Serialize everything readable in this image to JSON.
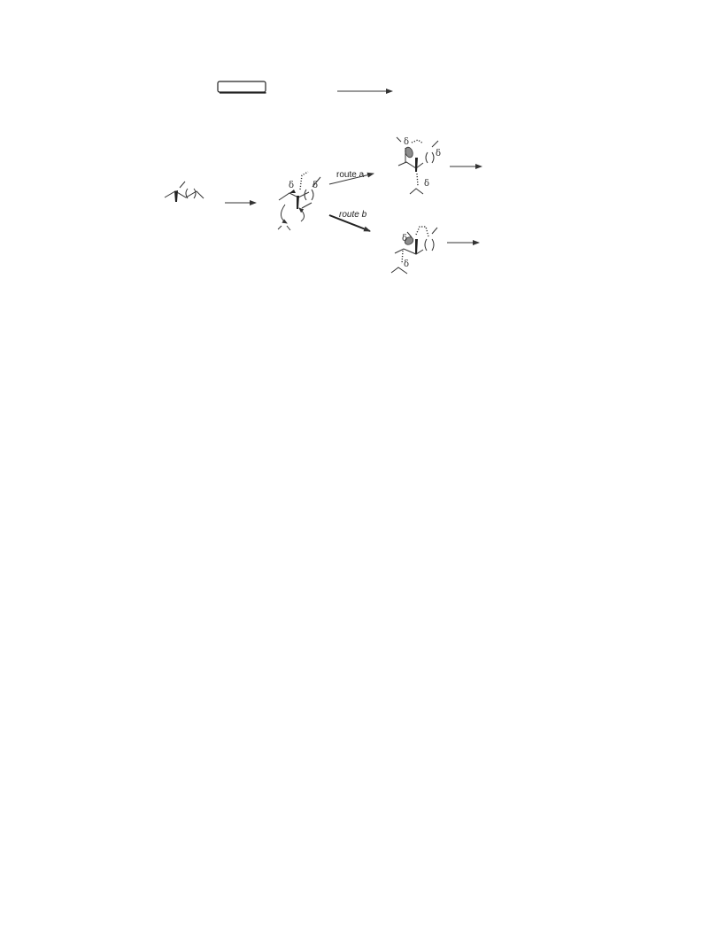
{
  "scheme": {
    "route_a_label": "route a",
    "route_b_label": "route b",
    "route_b_letter": "b",
    "delta_symbol": "δ",
    "colors": {
      "ink": "#333333",
      "lobe": "#8c8c8c",
      "background": "#ffffff"
    }
  }
}
